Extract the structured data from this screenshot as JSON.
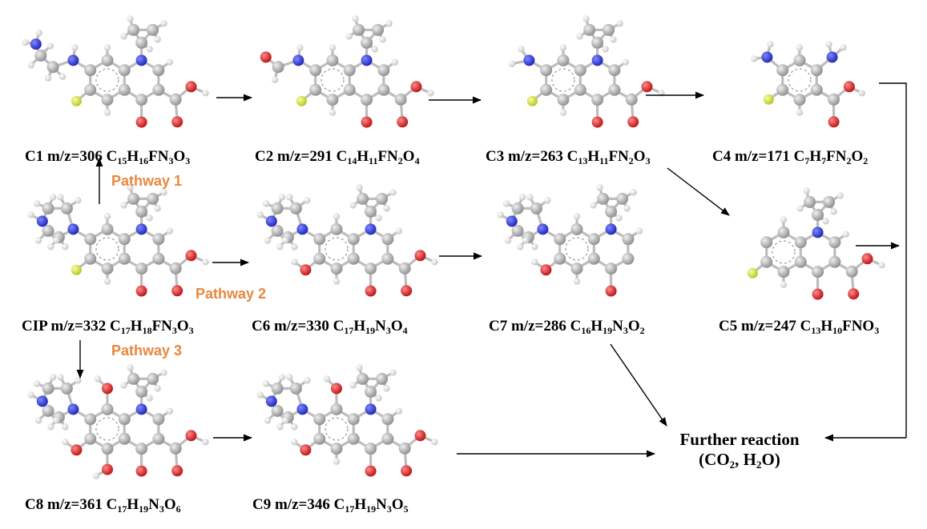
{
  "compounds": [
    {
      "id": "c1",
      "name": "C1",
      "mz": "m/z=306",
      "formula": [
        [
          "C",
          "15"
        ],
        [
          "H",
          "16"
        ],
        [
          "FN",
          "3"
        ],
        [
          "O",
          "3"
        ]
      ]
    },
    {
      "id": "c2",
      "name": "C2",
      "mz": "m/z=291",
      "formula": [
        [
          "C",
          "14"
        ],
        [
          "H",
          "11"
        ],
        [
          "FN",
          "2"
        ],
        [
          "O",
          "4"
        ]
      ]
    },
    {
      "id": "c3",
      "name": "C3",
      "mz": "m/z=263",
      "formula": [
        [
          "C",
          "13"
        ],
        [
          "H",
          "11"
        ],
        [
          "FN",
          "2"
        ],
        [
          "O",
          "3"
        ]
      ]
    },
    {
      "id": "c4",
      "name": "C4",
      "mz": "m/z=171",
      "formula": [
        [
          "C",
          "7"
        ],
        [
          "H",
          "7"
        ],
        [
          "FN",
          "2"
        ],
        [
          "O",
          "2"
        ]
      ]
    },
    {
      "id": "cip",
      "name": "CIP",
      "mz": "m/z=332",
      "formula": [
        [
          "C",
          "17"
        ],
        [
          "H",
          "18"
        ],
        [
          "FN",
          "3"
        ],
        [
          "O",
          "3"
        ]
      ]
    },
    {
      "id": "c6",
      "name": "C6",
      "mz": "m/z=330",
      "formula": [
        [
          "C",
          "17"
        ],
        [
          "H",
          "19"
        ],
        [
          "N",
          "3"
        ],
        [
          "O",
          "4"
        ]
      ]
    },
    {
      "id": "c7",
      "name": "C7",
      "mz": "m/z=286",
      "formula": [
        [
          "C",
          "16"
        ],
        [
          "H",
          "19"
        ],
        [
          "N",
          "3"
        ],
        [
          "O",
          "2"
        ]
      ]
    },
    {
      "id": "c5",
      "name": "C5",
      "mz": "m/z=247",
      "formula": [
        [
          "C",
          "13"
        ],
        [
          "H",
          "10"
        ],
        [
          "FNO",
          "3"
        ]
      ]
    },
    {
      "id": "c8",
      "name": "C8",
      "mz": "m/z=361",
      "formula": [
        [
          "C",
          "17"
        ],
        [
          "H",
          "19"
        ],
        [
          "N",
          "3"
        ],
        [
          "O",
          "6"
        ]
      ]
    },
    {
      "id": "c9",
      "name": "C9",
      "mz": "m/z=346",
      "formula": [
        [
          "C",
          "17"
        ],
        [
          "H",
          "19"
        ],
        [
          "N",
          "3"
        ],
        [
          "O",
          "5"
        ]
      ]
    }
  ],
  "pathways": {
    "p1": "Pathway 1",
    "p2": "Pathway 2",
    "p3": "Pathway 3"
  },
  "further": {
    "line1": "Further reaction",
    "line2": [
      [
        "(CO",
        "2"
      ],
      [
        ", H",
        "2"
      ],
      [
        "O)",
        ""
      ]
    ]
  },
  "colors": {
    "carbon": "#a8a8a8",
    "hydrogen": "#e8e8e8",
    "nitrogen": "#2d3be0",
    "oxygen": "#e01e1e",
    "fluorine": "#d6e83a",
    "pathway": "#e8883f",
    "arrow": "#000000"
  }
}
